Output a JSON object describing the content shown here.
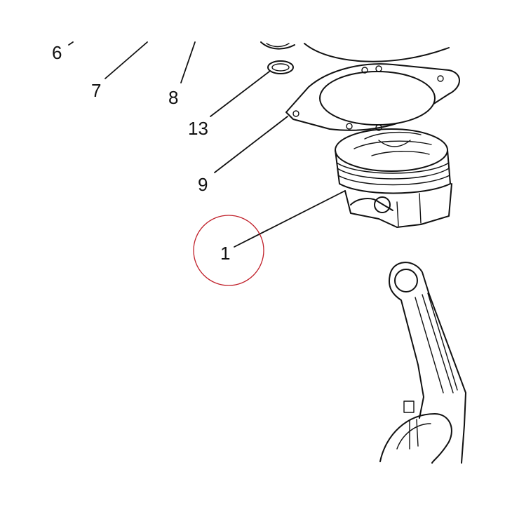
{
  "callouts": [
    {
      "id": "6",
      "label": "6"
    },
    {
      "id": "7",
      "label": "7"
    },
    {
      "id": "8",
      "label": "8"
    },
    {
      "id": "13",
      "label": "13"
    },
    {
      "id": "9",
      "label": "9"
    },
    {
      "id": "1",
      "label": "1"
    }
  ],
  "highlight": {
    "target": "1",
    "color": "#c0202a"
  },
  "colors": {
    "line": "#111111",
    "background": "#ffffff"
  }
}
